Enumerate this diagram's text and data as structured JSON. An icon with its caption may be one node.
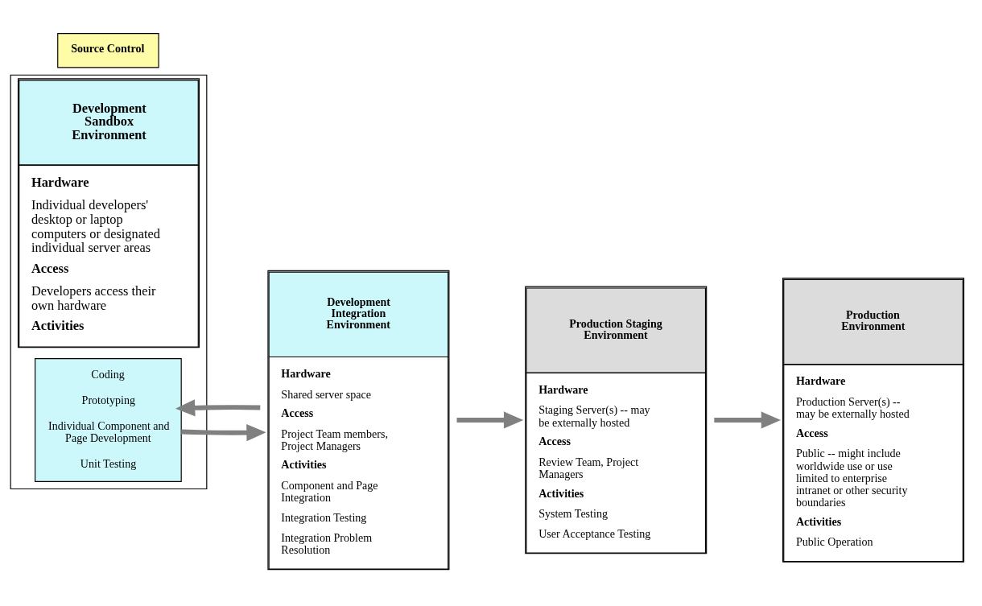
{
  "diagram": {
    "nodes": [
      {
        "text": [
          "Development Sandbox Environment",
          "Hardware",
          "Individual developers' desktop or laptop computers or designated individual server areas",
          "Access",
          "Developers access their own hardware",
          "Activities"
        ]
      },
      {
        "text": [
          "Coding",
          "Prototyping",
          "Individual Component and Page Development",
          "Unit Testing"
        ],
        "in": 0
      },
      {
        "text": [
          "Development Integration Environment",
          "Hardware",
          "Shared server space",
          "Access",
          "Project Team members, Project Managers",
          "Activities",
          "Component and Page Integration",
          "Integration Testing",
          "Integration Problem Resolution"
        ]
      },
      {
        "text": [
          "Production Staging Environment",
          "Hardware",
          "Staging Server(s) -- may be externally hosted",
          "Access",
          "Review Team, Project Managers",
          "Activities",
          "System Testing",
          "User Acceptance Testing"
        ]
      },
      {
        "text": [
          "Production Environment",
          "Hardware",
          "Production Server(s) -- may be externally hosted",
          "Access",
          "Public -- might include worldwide use or use limited to enterprise intranet or other security boundaries",
          "Activities",
          "Public Operation"
        ]
      },
      {
        "text": [
          "Source Control"
        ]
      }
    ],
    "edges": [
      {
        "from": 1,
        "to": 2,
        "arrow": "to"
      },
      {
        "from": 2,
        "to": 1,
        "arrow": "to"
      },
      {
        "from": 2,
        "to": 3,
        "arrow": "to"
      },
      {
        "from": 3,
        "to": 4,
        "arrow": "to"
      }
    ]
  }
}
